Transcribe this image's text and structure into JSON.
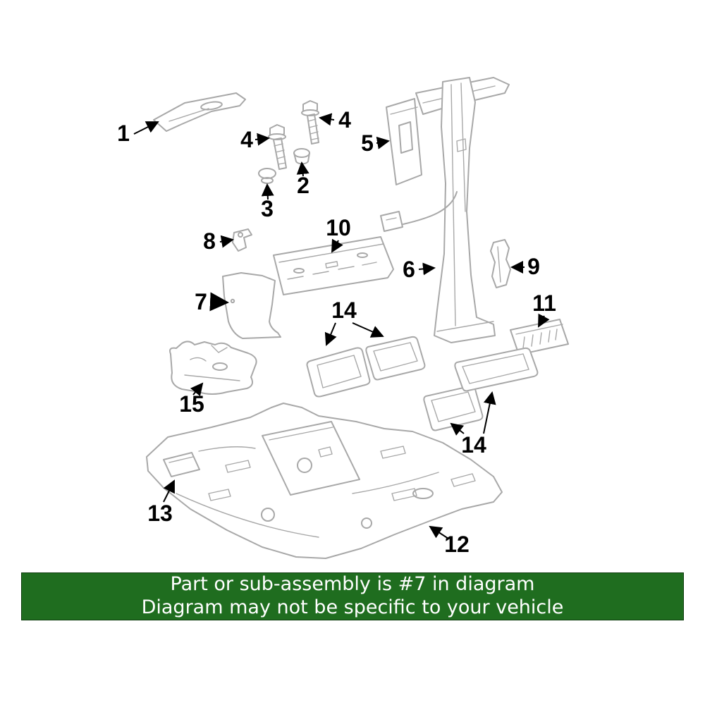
{
  "page": {
    "background": "#ffffff"
  },
  "diagram": {
    "line_color": "#a8a8a8",
    "label_color": "#000000",
    "highlight_color": "#2e7d2e",
    "highlight_outline": "#175117",
    "highlighted_part": "7",
    "labels": [
      {
        "id": "1"
      },
      {
        "id": "4"
      },
      {
        "id": "4"
      },
      {
        "id": "2"
      },
      {
        "id": "3"
      },
      {
        "id": "5"
      },
      {
        "id": "8"
      },
      {
        "id": "10"
      },
      {
        "id": "6"
      },
      {
        "id": "9"
      },
      {
        "id": "7"
      },
      {
        "id": "11"
      },
      {
        "id": "14"
      },
      {
        "id": "15"
      },
      {
        "id": "14"
      },
      {
        "id": "13"
      },
      {
        "id": "12"
      }
    ]
  },
  "banner": {
    "background": "#1f6d1f",
    "text_color": "#ffffff",
    "line1": "Part or sub-assembly is #7 in diagram",
    "line2": "Diagram may not be specific to your vehicle"
  }
}
